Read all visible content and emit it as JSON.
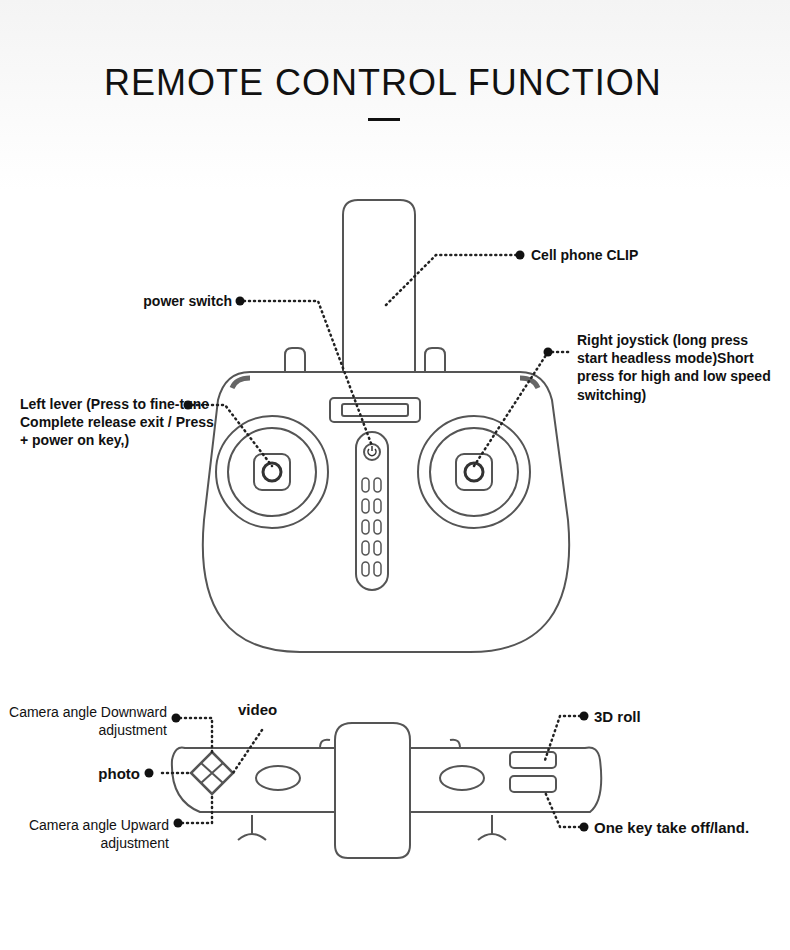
{
  "diagram": {
    "title": "REMOTE CONTROL FUNCTION",
    "labels": [
      "Cell phone CLIP",
      "power switch",
      "Right joystick (long press start headless mode)Short press for high and low speed switching)",
      "Left lever (Press to fine-tune Complete release exit / Press + power on key,)",
      "Camera angle Downward adjustment",
      "video",
      "3D roll",
      "photo",
      "Camera angle Upward adjustment",
      "One key take off/land."
    ]
  }
}
